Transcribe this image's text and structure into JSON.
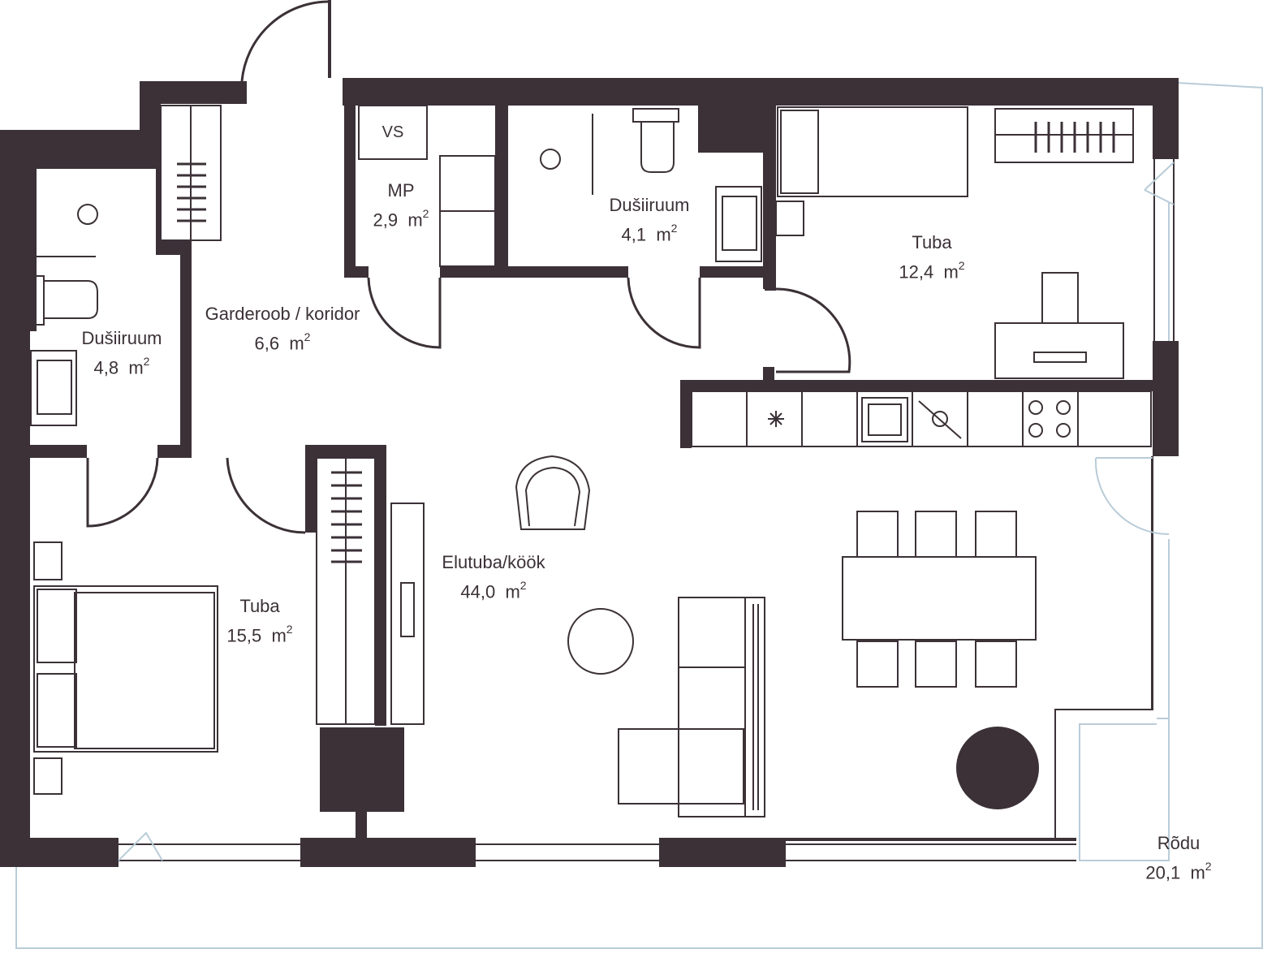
{
  "colors": {
    "wall": "#3b3137",
    "line": "#3b3137",
    "window": "#b9ccd8",
    "background": "#ffffff"
  },
  "fixture_labels": {
    "toilet_room_code": "VS"
  },
  "rooms": [
    {
      "id": "dusiruum-1",
      "name": "Dušiiruum",
      "area": "4,8",
      "unit": "m",
      "unit_sup": "2"
    },
    {
      "id": "garderoob",
      "name": "Garderoob / koridor",
      "area": "6,6",
      "unit": "m",
      "unit_sup": "2"
    },
    {
      "id": "mp",
      "name": "MP",
      "area": "2,9",
      "unit": "m",
      "unit_sup": "2"
    },
    {
      "id": "dusiruum-2",
      "name": "Dušiiruum",
      "area": "4,1",
      "unit": "m",
      "unit_sup": "2"
    },
    {
      "id": "tuba-1",
      "name": "Tuba",
      "area": "12,4",
      "unit": "m",
      "unit_sup": "2"
    },
    {
      "id": "elutuba",
      "name": "Elutuba/köök",
      "area": "44,0",
      "unit": "m",
      "unit_sup": "2"
    },
    {
      "id": "tuba-2",
      "name": "Tuba",
      "area": "15,5",
      "unit": "m",
      "unit_sup": "2"
    },
    {
      "id": "rodu",
      "name": "Rõdu",
      "area": "20,1",
      "unit": "m",
      "unit_sup": "2"
    }
  ]
}
